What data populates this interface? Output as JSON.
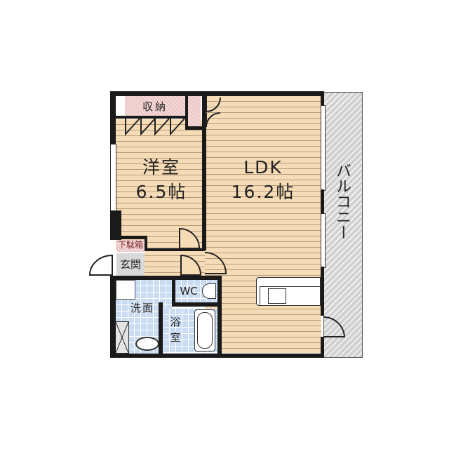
{
  "floor_plan": {
    "rooms": {
      "western_room": {
        "name": "洋室",
        "size": "6.5帖"
      },
      "ldk": {
        "name": "LDK",
        "size": "16.2帖"
      },
      "storage": {
        "name": "収納"
      },
      "shoe_box": {
        "name": "下駄箱"
      },
      "entrance": {
        "name": "玄関"
      },
      "washroom": {
        "name": "洗面"
      },
      "toilet": {
        "name": "WC"
      },
      "bathroom": {
        "name_line1": "浴",
        "name_line2": "室"
      },
      "balcony": {
        "name": "バルコニー"
      }
    },
    "colors": {
      "wall": "#1a1a1a",
      "wood_floor": "#f6dcb6",
      "tile_floor": "#c9dcf2",
      "storage_fill": "#f2d6d6",
      "entrance_floor": "#d9d9d9",
      "balcony_fill": "#d4d4d4"
    }
  }
}
